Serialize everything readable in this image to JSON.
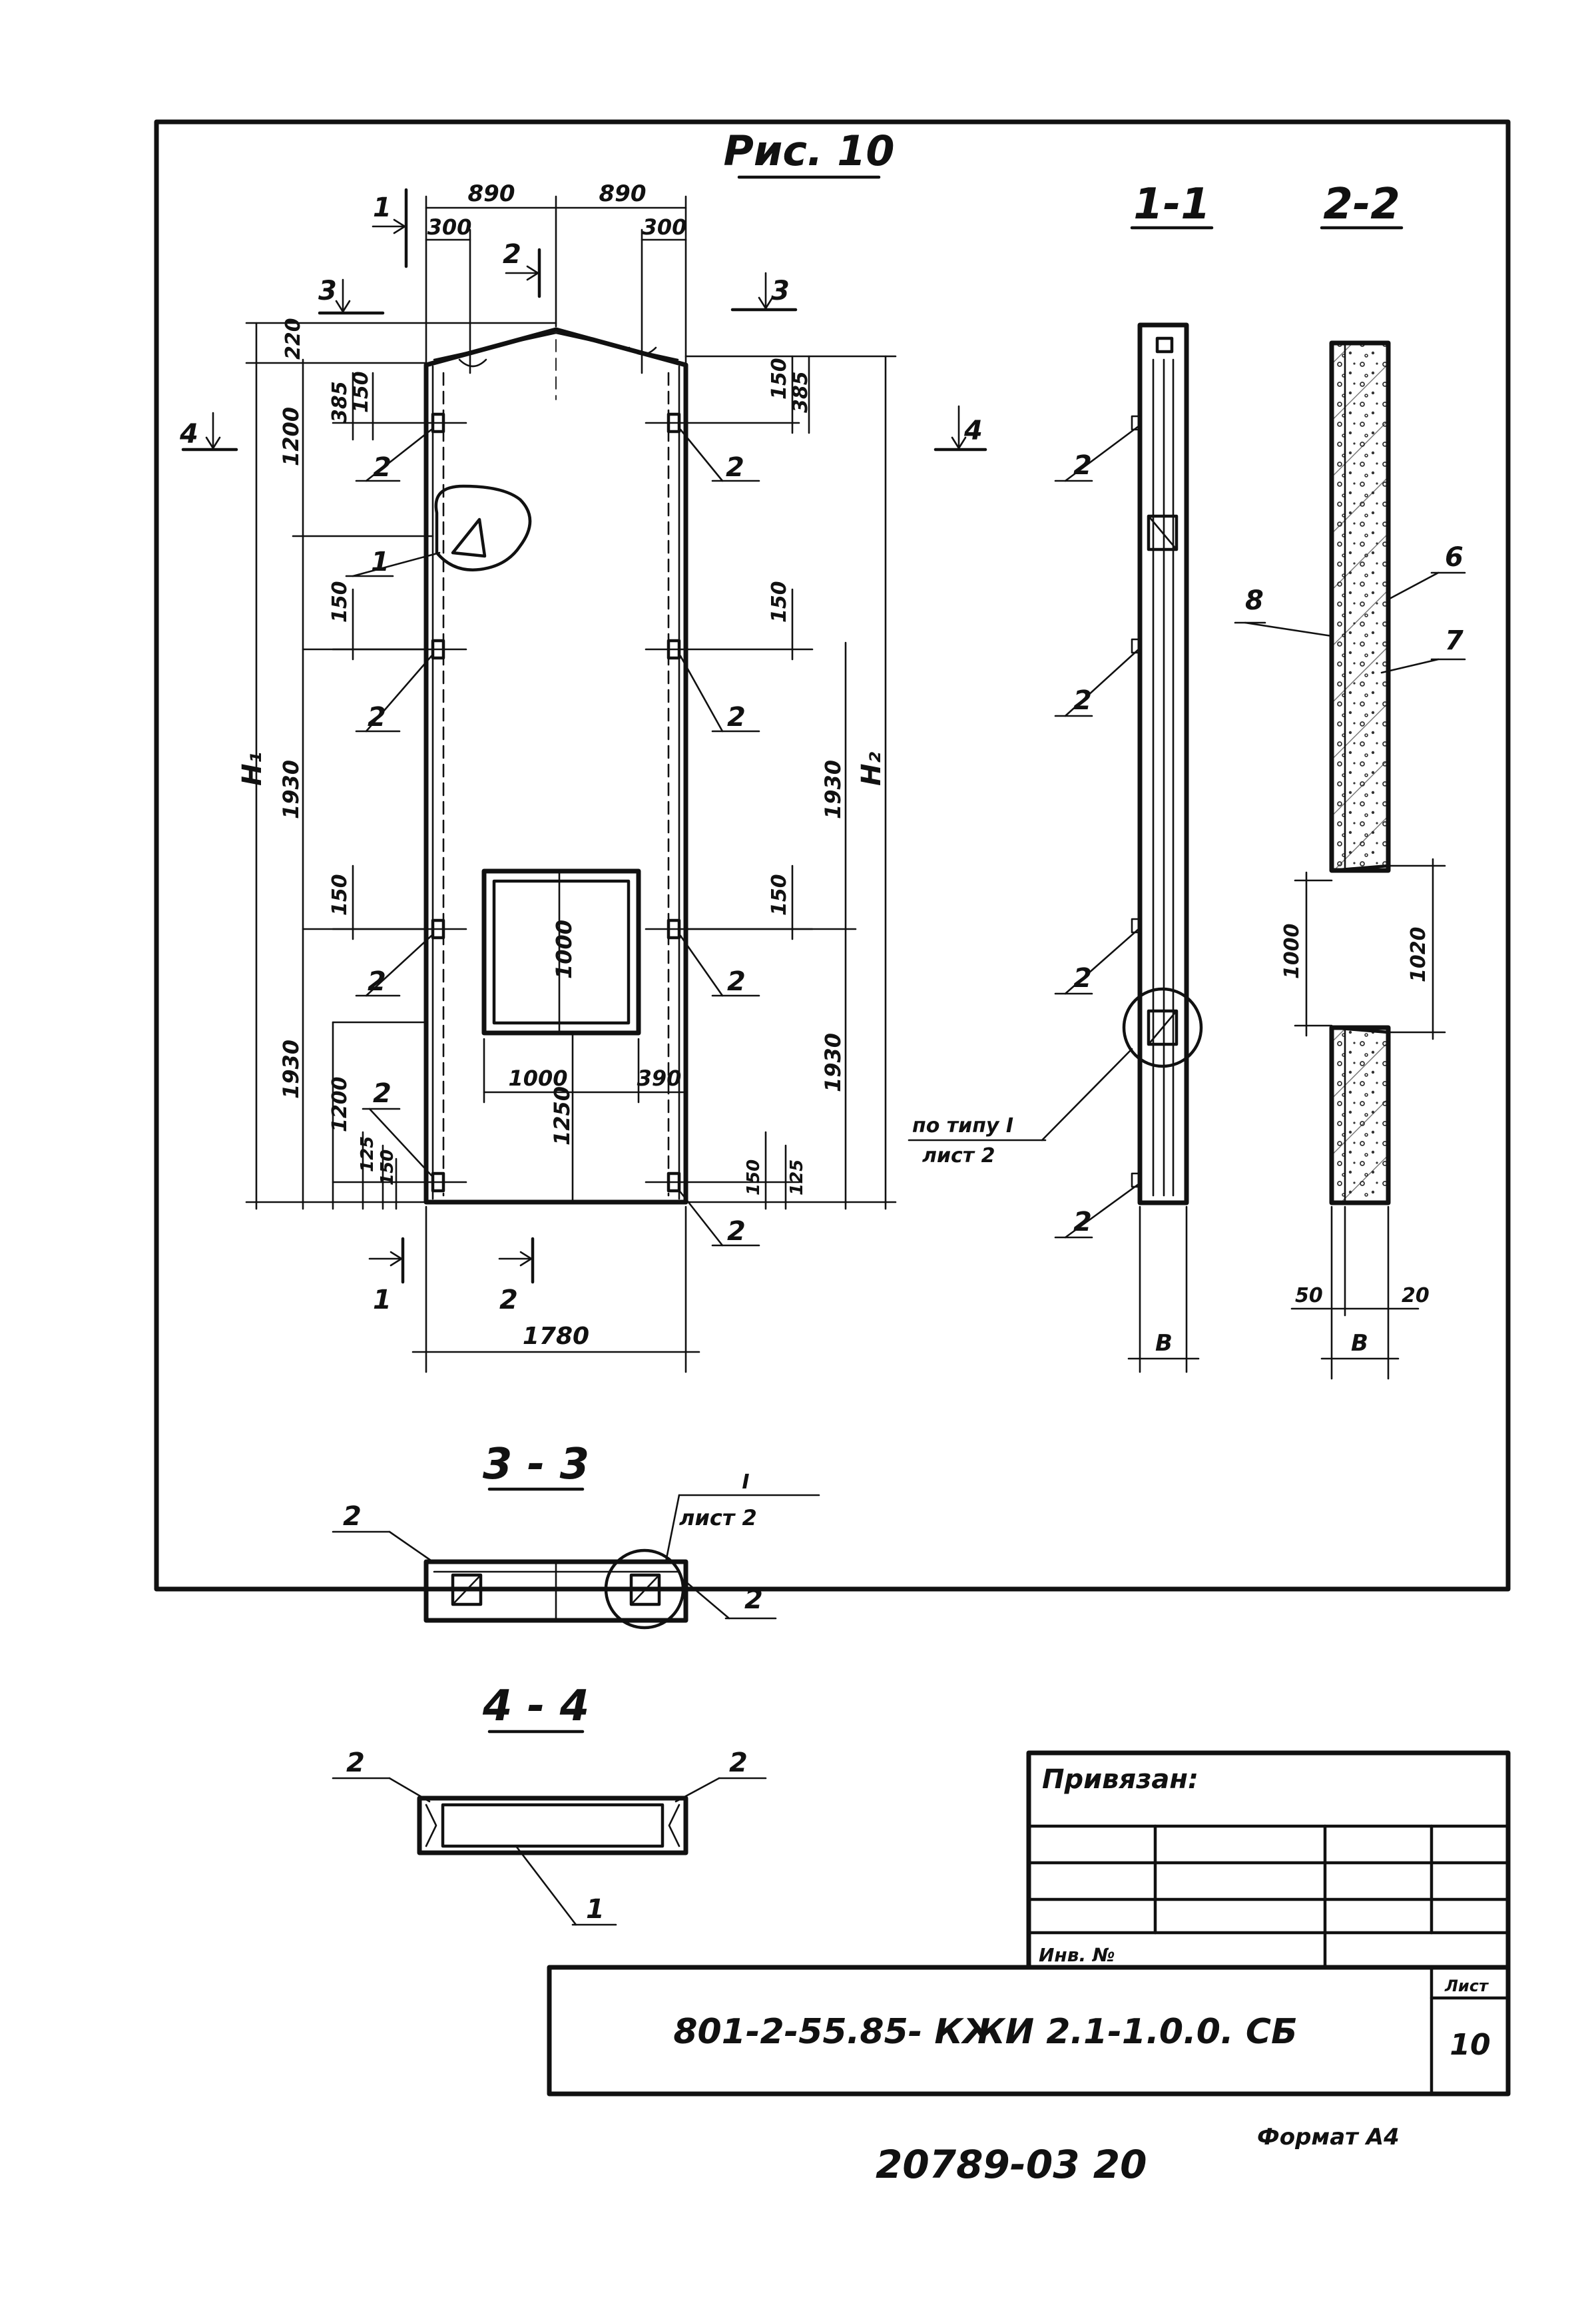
{
  "figure": {
    "title": "Рис. 10",
    "section_titles": {
      "s11": "1-1",
      "s22": "2-2",
      "s33": "3 - 3",
      "s44": "4 - 4"
    }
  },
  "elevation": {
    "top_dims": [
      "890",
      "890",
      "300",
      "300"
    ],
    "left_dims": [
      "220",
      "385",
      "150",
      "1200",
      "150",
      "1930",
      "150",
      "1930",
      "1200",
      "125",
      "150"
    ],
    "right_dims": [
      "150",
      "385",
      "150",
      "1930",
      "150",
      "1930",
      "150",
      "125"
    ],
    "height_labels": {
      "h1": "H₁",
      "h2": "H₂"
    },
    "window_dims": [
      "1000",
      "1000",
      "390",
      "1250"
    ],
    "bottom_dim": "1780",
    "cut_marks": [
      "1",
      "2",
      "3",
      "4",
      "1",
      "2",
      "3",
      "4"
    ],
    "callouts": [
      "2",
      "2",
      "2",
      "2",
      "2",
      "2",
      "2",
      "2",
      "2",
      "1"
    ]
  },
  "section_11": {
    "callouts": [
      "2",
      "2",
      "2",
      "2"
    ],
    "note_line1": "по типу I",
    "note_line2": "лист 2",
    "width_label": "B"
  },
  "section_22": {
    "callouts": [
      "8",
      "6",
      "7"
    ],
    "opening_dims": [
      "1000",
      "1020"
    ],
    "bottom_dims": [
      "50",
      "20"
    ],
    "width_label": "B"
  },
  "section_33": {
    "callouts": [
      "2",
      "2"
    ],
    "note_line1": "I",
    "note_line2": "лист 2"
  },
  "section_44": {
    "callouts": [
      "2",
      "2",
      "1"
    ]
  },
  "title_block": {
    "bound_label": "Привязан:",
    "inv_label": "Инв. №",
    "code": "801-2-55.85- КЖИ 2.1-1.0.0. СБ",
    "sheet_label": "Лист",
    "sheet_number": "10"
  },
  "footer": {
    "stamp_number": "20789-03 20",
    "format": "Формат А4"
  }
}
